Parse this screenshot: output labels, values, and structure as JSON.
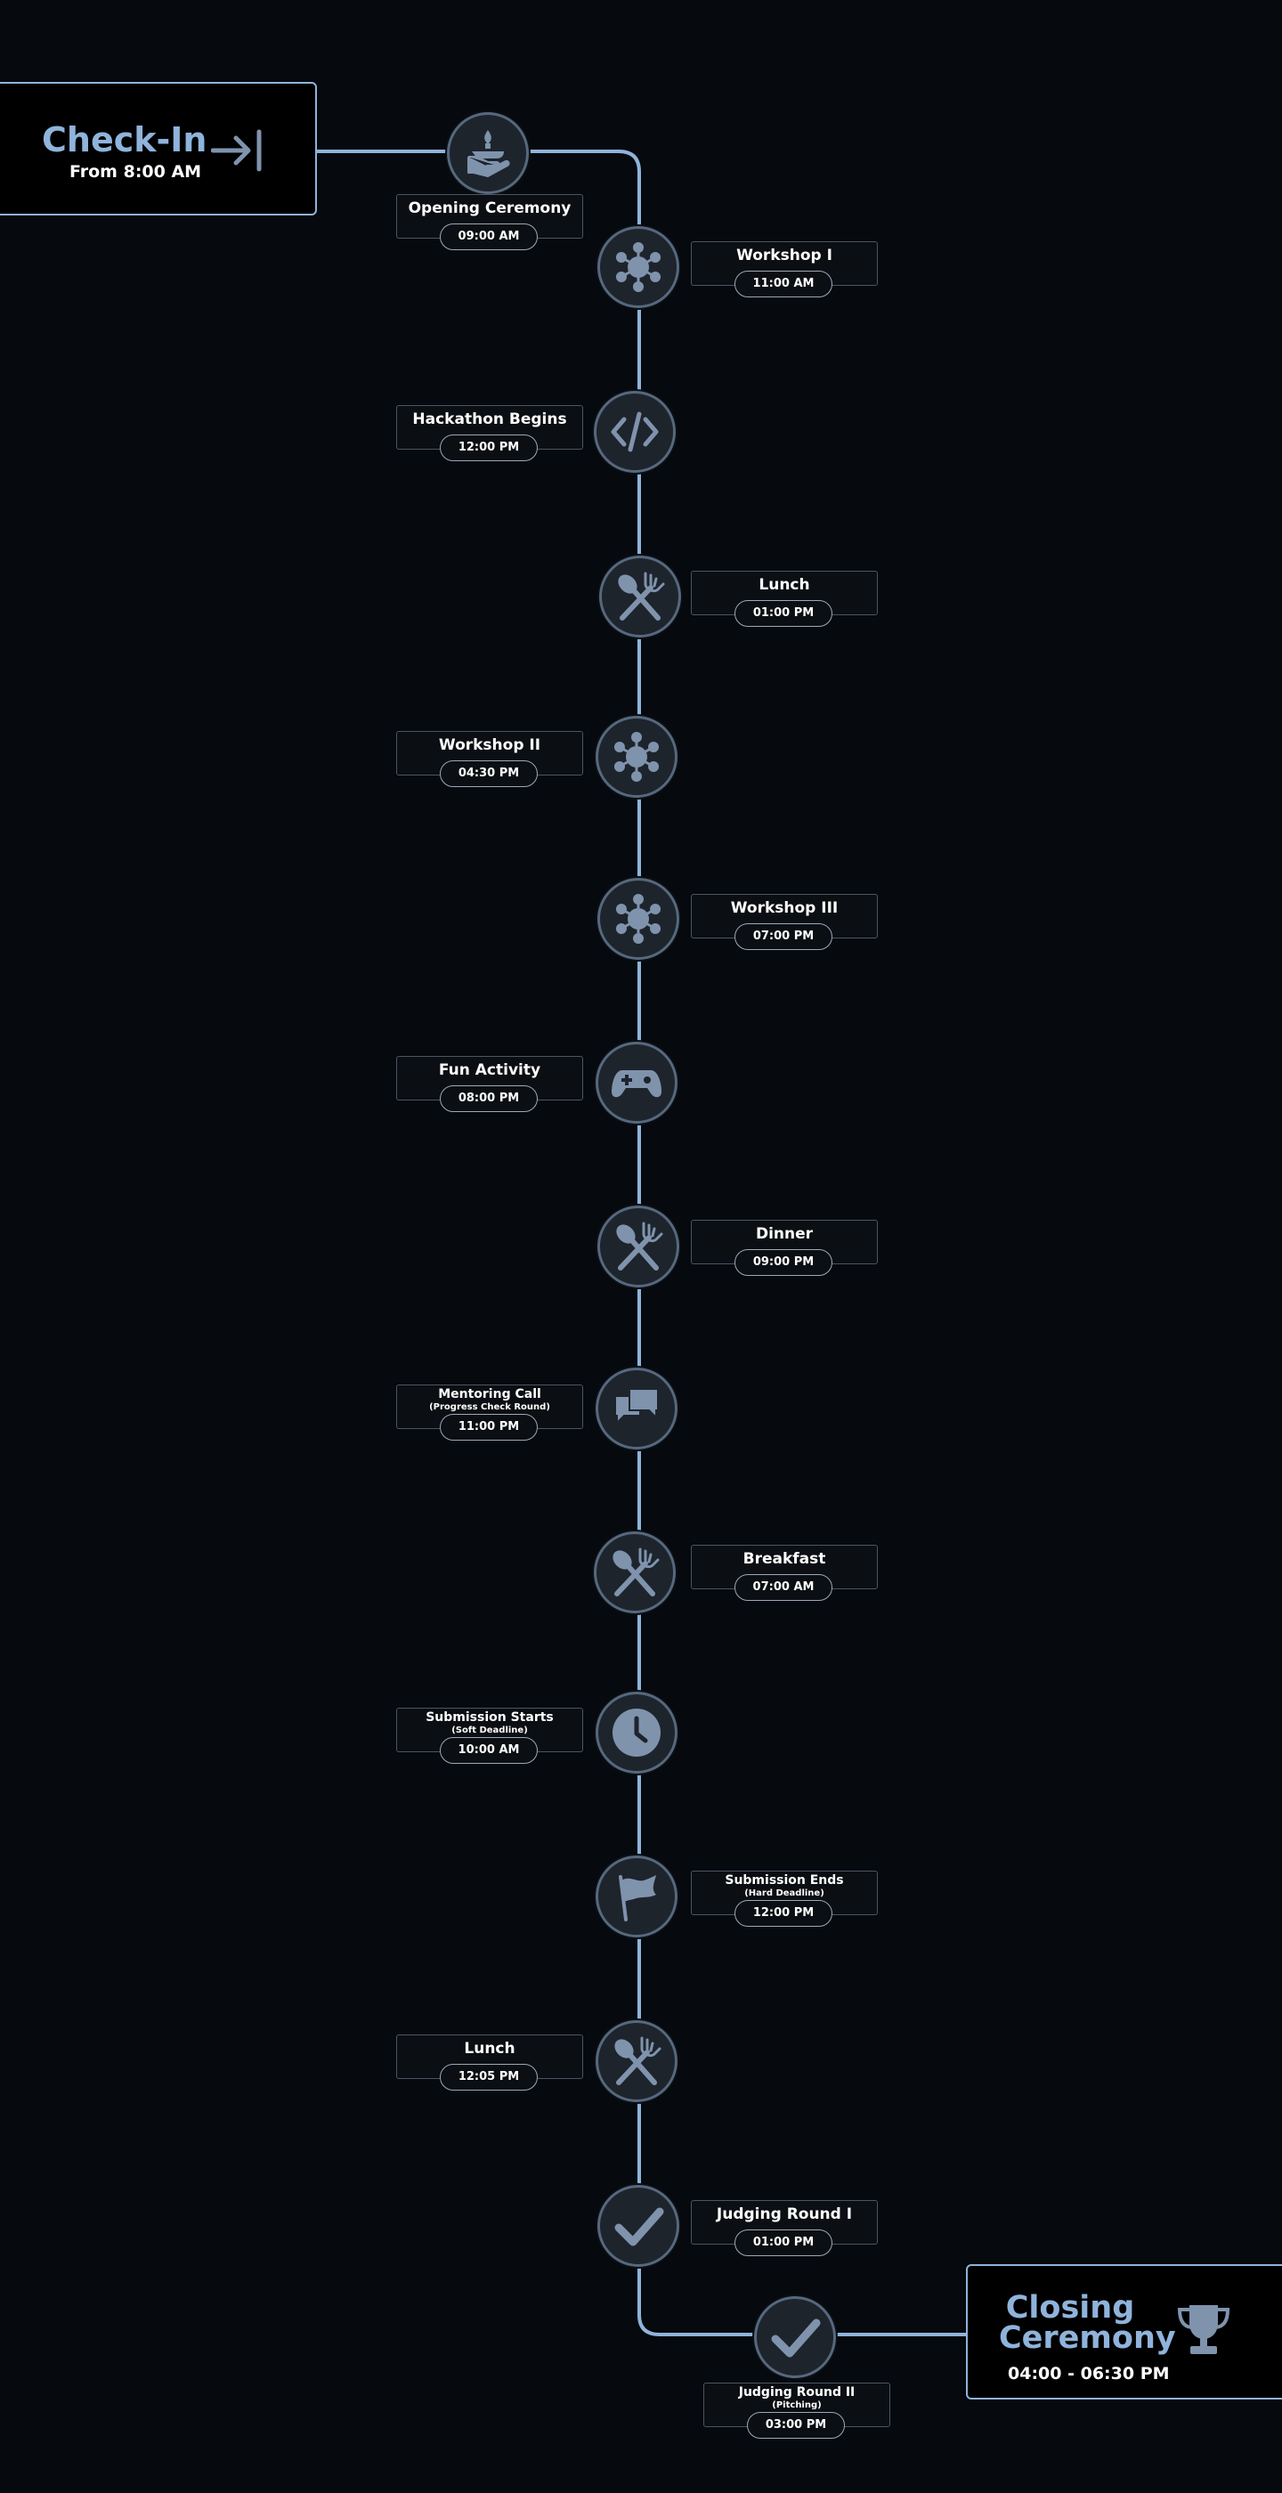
{
  "start": {
    "title": "Check-In",
    "subtitle": "From 8:00 AM",
    "icon": "sign-in-arrow-icon"
  },
  "end": {
    "title_line1": "Closing",
    "title_line2": "Ceremony",
    "time": "04:00 - 06:30 PM",
    "icon": "trophy-icon"
  },
  "colors": {
    "background": "#06090d",
    "line": "#8fb3db",
    "node_fill": "#1e242c",
    "icon": "#7f93ad",
    "accent": "#8fb3db"
  },
  "events": [
    {
      "title": "Opening Ceremony",
      "time": "09:00 AM",
      "icon": "hand-serving-icon",
      "side": "below"
    },
    {
      "title": "Workshop I",
      "time": "11:00 AM",
      "icon": "people-network-icon",
      "side": "right"
    },
    {
      "title": "Hackathon Begins",
      "time": "12:00 PM",
      "icon": "code-icon",
      "side": "left"
    },
    {
      "title": "Lunch",
      "time": "01:00 PM",
      "icon": "utensils-icon",
      "side": "right"
    },
    {
      "title": "Workshop II",
      "time": "04:30 PM",
      "icon": "people-network-icon",
      "side": "left"
    },
    {
      "title": "Workshop III",
      "time": "07:00 PM",
      "icon": "people-network-icon",
      "side": "right"
    },
    {
      "title": "Fun Activity",
      "time": "08:00 PM",
      "icon": "gamepad-icon",
      "side": "left"
    },
    {
      "title": "Dinner",
      "time": "09:00 PM",
      "icon": "utensils-icon",
      "side": "right"
    },
    {
      "title": "Mentoring Call",
      "note": "(Progress Check Round)",
      "time": "11:00 PM",
      "icon": "chat-bubbles-icon",
      "side": "left"
    },
    {
      "title": "Breakfast",
      "time": "07:00 AM",
      "icon": "utensils-icon",
      "side": "right"
    },
    {
      "title": "Submission Starts",
      "note": "(Soft Deadline)",
      "time": "10:00 AM",
      "icon": "clock-icon",
      "side": "left"
    },
    {
      "title": "Submission Ends",
      "note": "(Hard Deadline)",
      "time": "12:00 PM",
      "icon": "flag-icon",
      "side": "right"
    },
    {
      "title": "Lunch",
      "time": "12:05 PM",
      "icon": "utensils-icon",
      "side": "left"
    },
    {
      "title": "Judging Round I",
      "time": "01:00 PM",
      "icon": "checkmark-icon",
      "side": "right"
    },
    {
      "title": "Judging Round II",
      "note": "(Pitching)",
      "time": "03:00 PM",
      "icon": "checkmark-icon",
      "side": "below"
    }
  ]
}
